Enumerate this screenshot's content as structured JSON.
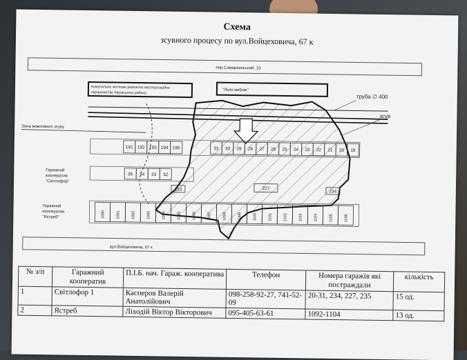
{
  "document": {
    "title": "Схема",
    "subtitle": "зсувного процесу по вул.Войцеховича, 67 к"
  },
  "scheme": {
    "street_top": "пер.Самарканський, 10",
    "box_left": "Комунальне житлове ремонтно експлуатаційне підприємство Кіровського району",
    "box_right": "\"Лінія меблів\"",
    "pipe_label": "труба ∅ 400",
    "shift_label": "зсув",
    "zone_label": "Зона можливого зсуву",
    "coop1_label": [
      "Гаражний",
      "кооператив",
      "\"Світлофор\""
    ],
    "coop2_label": [
      "Гаражний",
      "кооператив",
      "\"Ястреб\""
    ],
    "street_bottom": "вул.Войцеховича, 67 к",
    "row1_left": [
      "191",
      "192",
      "193",
      "194",
      "195"
    ],
    "row1_right": [
      "31",
      "30",
      "29",
      "28",
      "27",
      "26",
      "25",
      "24",
      "23",
      "22",
      "21",
      "20",
      "19"
    ],
    "row2": [
      "35",
      "34",
      "33",
      "32"
    ],
    "extra": [
      "233",
      "227",
      "234"
    ],
    "row3": [
      "1090",
      "1091",
      "1092",
      "1093",
      "1094",
      "1095",
      "1096",
      "1097",
      "1098",
      "1099",
      "1100",
      "1101",
      "1102",
      "1103",
      "1104",
      "1105",
      "1106"
    ]
  },
  "table": {
    "headers": [
      "№ з/п",
      "Гаражний кооператив",
      "П.І.Б. нач. Гараж. кооператива",
      "Телефон",
      "Номера гаражів які постраждали",
      "кількість"
    ],
    "rows": [
      [
        "1",
        "Світлофор 1",
        "Касперов Валерій Анатолійович",
        "098-258-92-27, 741-52-09",
        "20-31, 234, 227, 235",
        "15 од."
      ],
      [
        "2",
        "Ястреб",
        "Ліходій Віктор Вікторович",
        "095-405-63-61",
        "1092-1104",
        "13 од."
      ]
    ]
  }
}
